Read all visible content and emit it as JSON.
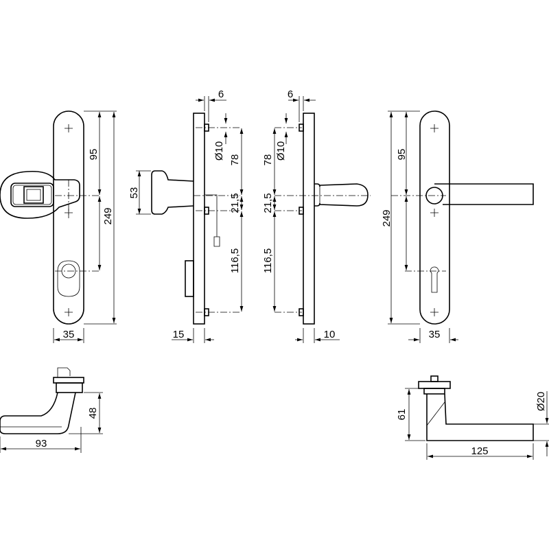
{
  "drawing": {
    "front_view_fingerprint": {
      "height_upper": "95",
      "height_total": "249",
      "width": "35"
    },
    "side_view_fingerprint": {
      "offset": "6",
      "pin_diameter": "Ø10",
      "knob_height": "53",
      "dist_upper": "78",
      "dist_middle": "21,5",
      "dist_lower": "116,5",
      "depth": "15"
    },
    "side_view_handle": {
      "offset": "6",
      "pin_diameter": "Ø10",
      "dist_upper": "78",
      "dist_middle": "21,5",
      "dist_lower": "116,5",
      "depth": "10"
    },
    "front_view_handle": {
      "height_upper": "95",
      "height_total": "249",
      "width": "35"
    },
    "top_view_knob": {
      "height": "48",
      "length": "93"
    },
    "top_view_lever": {
      "height": "61",
      "length": "125",
      "diameter": "Ø20"
    }
  }
}
